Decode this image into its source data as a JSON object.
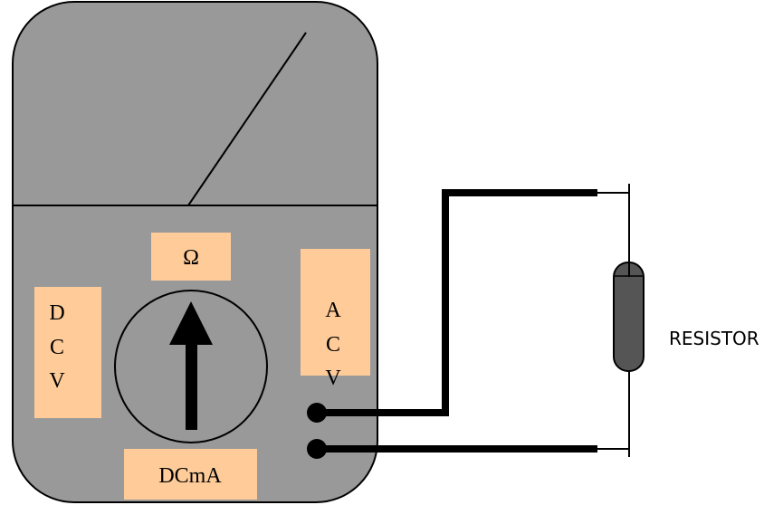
{
  "multimeter": {
    "ohm_label": "Ω",
    "dcv_label": [
      "D",
      "C",
      "V"
    ],
    "acv_label": [
      "A",
      "C",
      "V"
    ],
    "dcma_label": "DCmA",
    "body_color": "#999999",
    "label_bg_color": "#FFCC99"
  },
  "resistor": {
    "label": "RESISTOR",
    "color": "#555555"
  }
}
